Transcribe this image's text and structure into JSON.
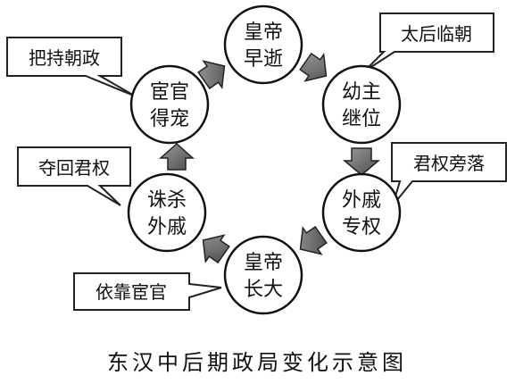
{
  "nodes": [
    {
      "id": "emperor-dies",
      "line1": "皇帝",
      "line2": "早逝"
    },
    {
      "id": "child-throne",
      "line1": "幼主",
      "line2": "继位"
    },
    {
      "id": "consort-clan-power",
      "line1": "外戚",
      "line2": "专权"
    },
    {
      "id": "emperor-grows",
      "line1": "皇帝",
      "line2": "长大"
    },
    {
      "id": "kill-consort-clan",
      "line1": "诛杀",
      "line2": "外戚"
    },
    {
      "id": "eunuchs-favored",
      "line1": "宦官",
      "line2": "得宠"
    }
  ],
  "callouts": {
    "regent": "太后临朝",
    "power_shift": "君权旁落",
    "rely": "依靠宦官",
    "reclaim": "夺回君权",
    "control": "把持朝政"
  },
  "caption": "东汉中后期政局变化示意图"
}
